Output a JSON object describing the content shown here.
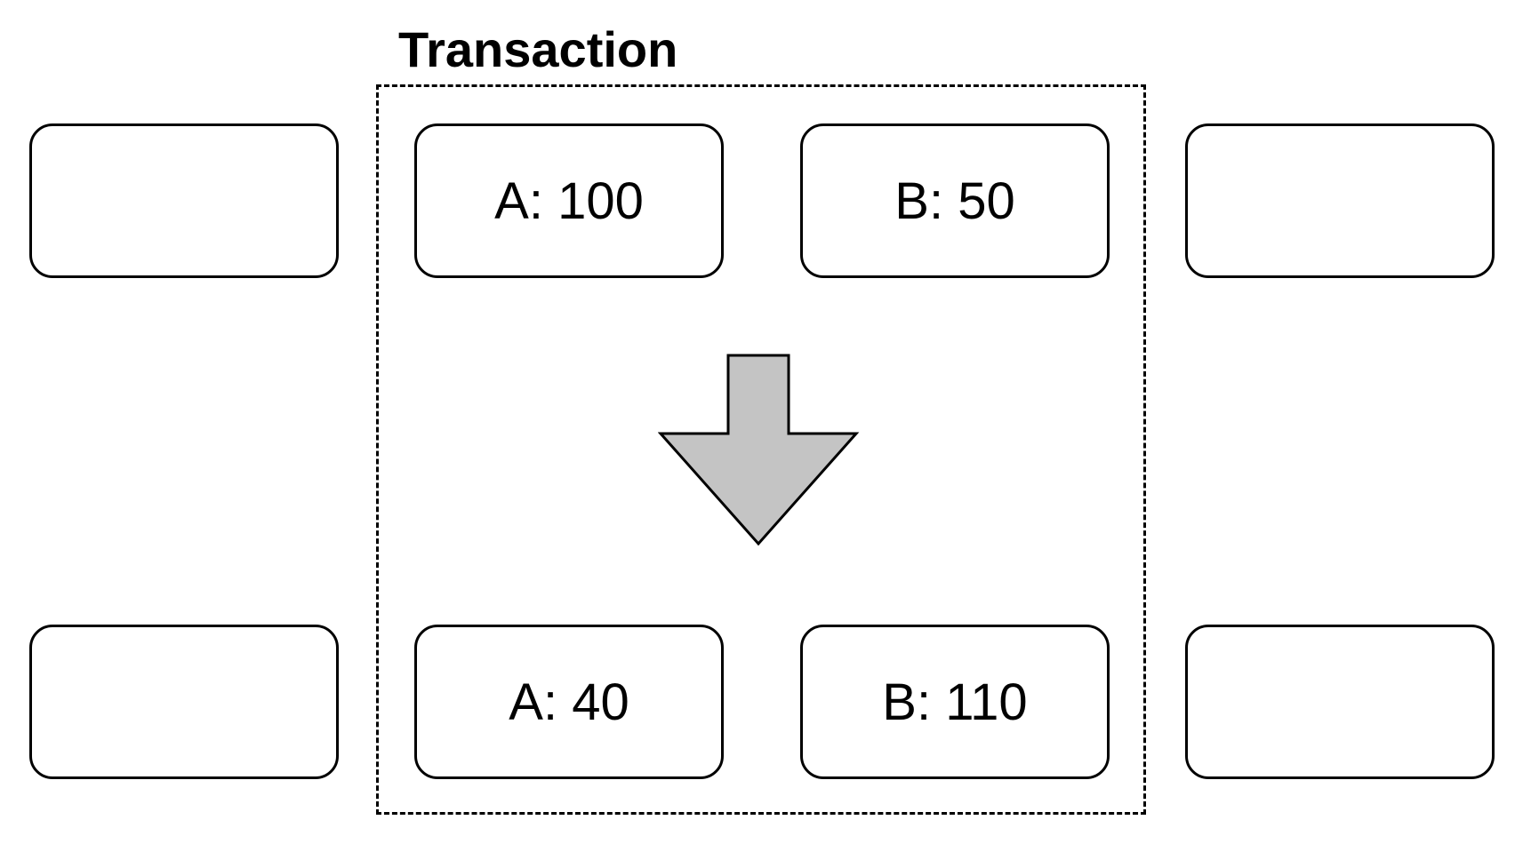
{
  "transaction": {
    "title": "Transaction"
  },
  "before": {
    "left_empty": "",
    "a": "A: 100",
    "b": "B: 50",
    "right_empty": ""
  },
  "after": {
    "left_empty": "",
    "a": "A: 40",
    "b": "B: 110",
    "right_empty": ""
  },
  "colors": {
    "outline": "#000000",
    "arrow_fill": "#c4c4c4",
    "background": "#ffffff"
  },
  "icons": {
    "transition": "down-arrow-icon"
  }
}
